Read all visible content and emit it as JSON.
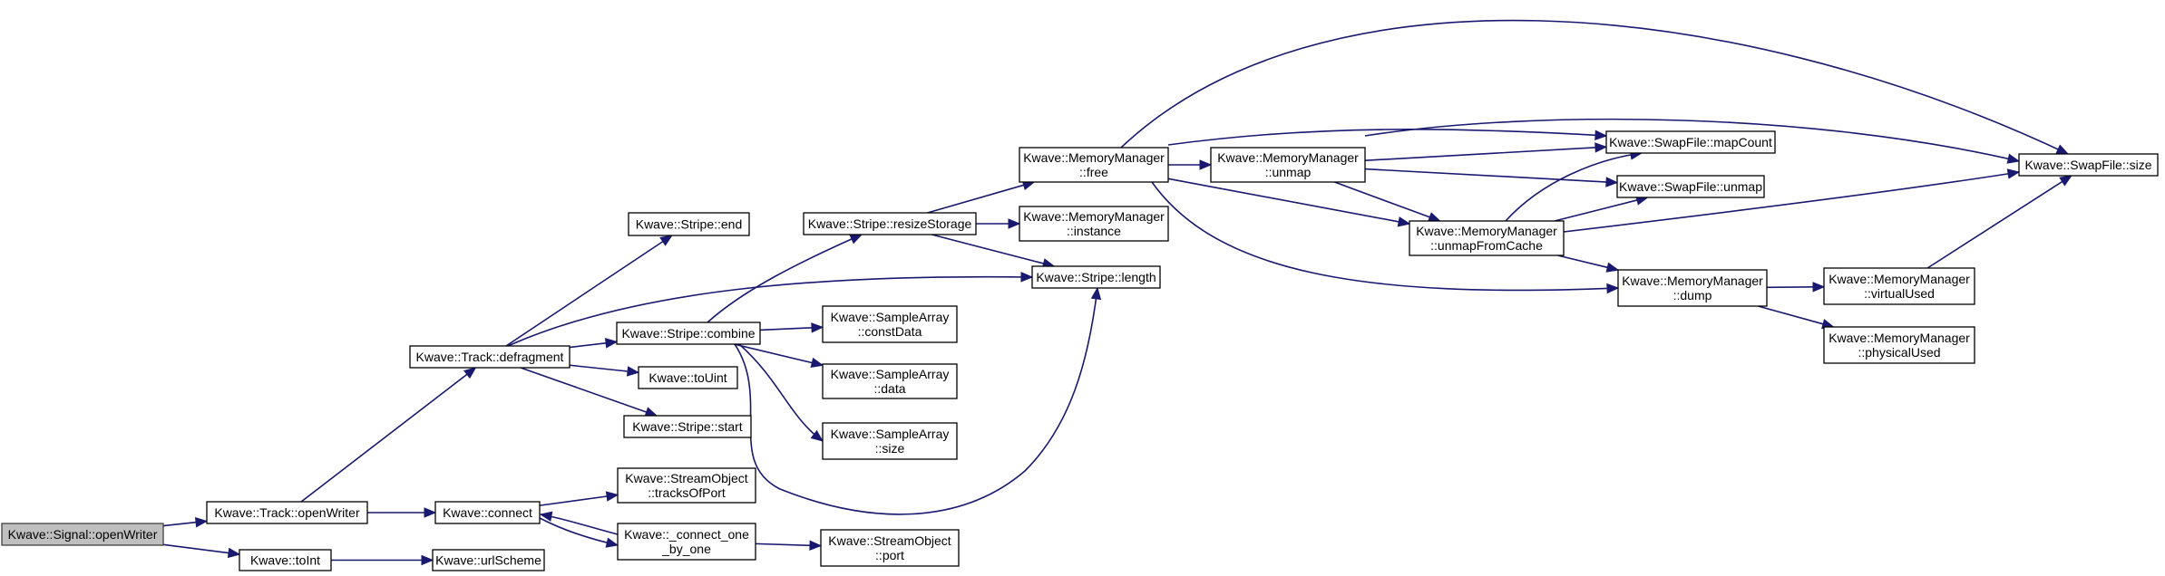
{
  "nodes": {
    "signal_openwriter": [
      "Kwave::Signal::openWriter"
    ],
    "track_openwriter": [
      "Kwave::Track::openWriter"
    ],
    "toint": [
      "Kwave::toInt"
    ],
    "track_defragment": [
      "Kwave::Track::defragment"
    ],
    "connect": [
      "Kwave::connect"
    ],
    "urlscheme": [
      "Kwave::urlScheme"
    ],
    "stripe_end": [
      "Kwave::Stripe::end"
    ],
    "stripe_combine": [
      "Kwave::Stripe::combine"
    ],
    "touint": [
      "Kwave::toUint"
    ],
    "stripe_start": [
      "Kwave::Stripe::start"
    ],
    "streamobject_tracksofport": [
      "Kwave::StreamObject",
      "::tracksOfPort"
    ],
    "connect_one_by_one": [
      "Kwave::_connect_one",
      "_by_one"
    ],
    "stripe_resizestorage": [
      "Kwave::Stripe::resizeStorage"
    ],
    "samplearray_constdata": [
      "Kwave::SampleArray",
      "::constData"
    ],
    "samplearray_data": [
      "Kwave::SampleArray",
      "::data"
    ],
    "samplearray_size": [
      "Kwave::SampleArray",
      "::size"
    ],
    "streamobject_port": [
      "Kwave::StreamObject",
      "::port"
    ],
    "memorymanager_free": [
      "Kwave::MemoryManager",
      "::free"
    ],
    "memorymanager_instance": [
      "Kwave::MemoryManager",
      "::instance"
    ],
    "stripe_length": [
      "Kwave::Stripe::length"
    ],
    "memorymanager_unmap": [
      "Kwave::MemoryManager",
      "::unmap"
    ],
    "memorymanager_unmapfromcache": [
      "Kwave::MemoryManager",
      "::unmapFromCache"
    ],
    "swapfile_mapcount": [
      "Kwave::SwapFile::mapCount"
    ],
    "swapfile_unmap": [
      "Kwave::SwapFile::unmap"
    ],
    "memorymanager_dump": [
      "Kwave::MemoryManager",
      "::dump"
    ],
    "swapfile_size": [
      "Kwave::SwapFile::size"
    ],
    "memorymanager_virtualused": [
      "Kwave::MemoryManager",
      "::virtualUsed"
    ],
    "memorymanager_physicalused": [
      "Kwave::MemoryManager",
      "::physicalUsed"
    ]
  },
  "root_node": "signal_openwriter",
  "edges": [
    [
      "signal_openwriter",
      "track_openwriter"
    ],
    [
      "signal_openwriter",
      "toint"
    ],
    [
      "track_openwriter",
      "track_defragment"
    ],
    [
      "track_openwriter",
      "connect"
    ],
    [
      "toint",
      "urlscheme"
    ],
    [
      "track_defragment",
      "stripe_end"
    ],
    [
      "track_defragment",
      "stripe_combine"
    ],
    [
      "track_defragment",
      "touint"
    ],
    [
      "track_defragment",
      "stripe_start"
    ],
    [
      "track_defragment",
      "stripe_length"
    ],
    [
      "connect",
      "streamobject_tracksofport"
    ],
    [
      "connect",
      "connect_one_by_one"
    ],
    [
      "connect_one_by_one",
      "connect"
    ],
    [
      "connect_one_by_one",
      "streamobject_port"
    ],
    [
      "stripe_combine",
      "stripe_resizestorage"
    ],
    [
      "stripe_combine",
      "samplearray_constdata"
    ],
    [
      "stripe_combine",
      "samplearray_data"
    ],
    [
      "stripe_combine",
      "samplearray_size"
    ],
    [
      "stripe_combine",
      "stripe_length"
    ],
    [
      "stripe_resizestorage",
      "memorymanager_free"
    ],
    [
      "stripe_resizestorage",
      "memorymanager_instance"
    ],
    [
      "stripe_resizestorage",
      "stripe_length"
    ],
    [
      "memorymanager_free",
      "memorymanager_unmap"
    ],
    [
      "memorymanager_free",
      "memorymanager_unmapfromcache"
    ],
    [
      "memorymanager_free",
      "swapfile_mapcount"
    ],
    [
      "memorymanager_free",
      "swapfile_size"
    ],
    [
      "memorymanager_free",
      "memorymanager_dump"
    ],
    [
      "memorymanager_unmap",
      "swapfile_mapcount"
    ],
    [
      "memorymanager_unmap",
      "swapfile_unmap"
    ],
    [
      "memorymanager_unmap",
      "swapfile_size"
    ],
    [
      "memorymanager_unmap",
      "memorymanager_unmapfromcache"
    ],
    [
      "memorymanager_unmapfromcache",
      "swapfile_mapcount"
    ],
    [
      "memorymanager_unmapfromcache",
      "swapfile_unmap"
    ],
    [
      "memorymanager_unmapfromcache",
      "swapfile_size"
    ],
    [
      "memorymanager_unmapfromcache",
      "memorymanager_dump"
    ],
    [
      "memorymanager_dump",
      "memorymanager_virtualused"
    ],
    [
      "memorymanager_dump",
      "memorymanager_physicalused"
    ],
    [
      "memorymanager_virtualused",
      "swapfile_size"
    ]
  ],
  "colors": {
    "edge": "#191970",
    "root_fill": "#bfbfbf",
    "node_fill": "#ffffff",
    "node_border": "#000000"
  }
}
